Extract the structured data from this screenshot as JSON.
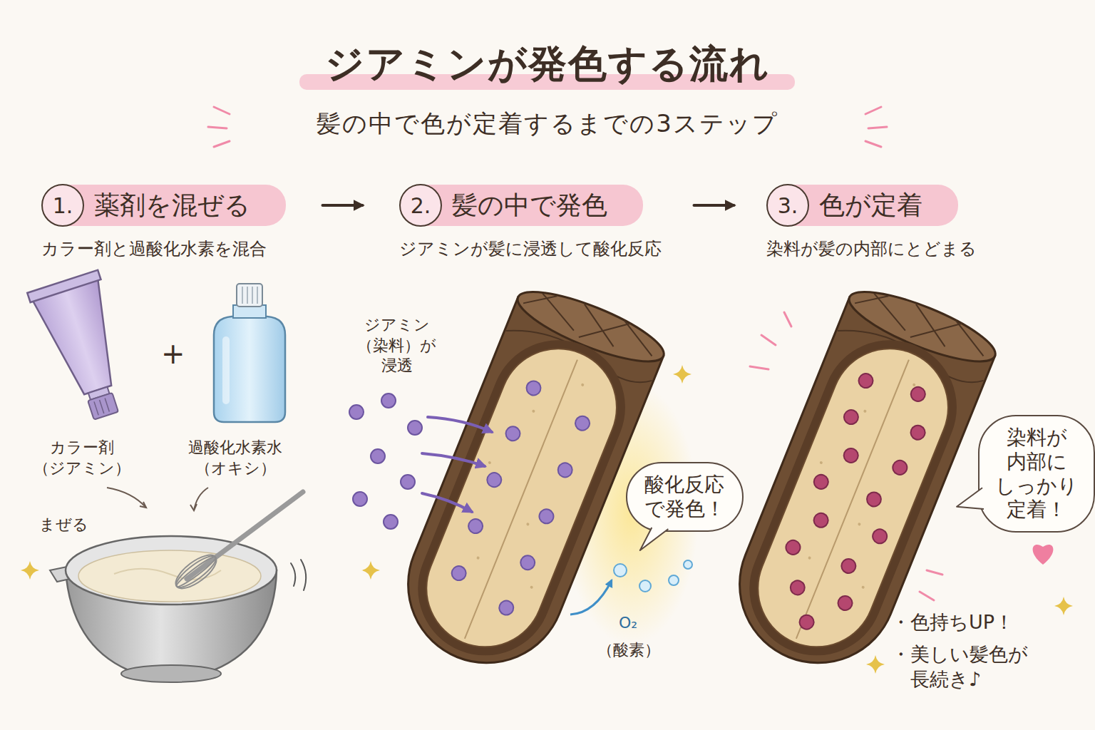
{
  "diagram": {
    "title": "ジアミンが発色する流れ",
    "caption": "髪の中で色が定着するまでの3ステップ",
    "nodes": [
      {
        "text": [
          "1.",
          "薬剤を混ぜる",
          "カラー剤と過酸化水素を混合"
        ]
      },
      {
        "text": [
          "2.",
          "髪の中で発色",
          "ジアミンが髪に浸透して酸化反応"
        ]
      },
      {
        "text": [
          "3.",
          "色が定着",
          "染料が髪の内部にとどまる"
        ]
      },
      {
        "text": [
          "酸化反応 で発色！"
        ]
      },
      {
        "text": [
          "染料が 内部に しっかり 定着！"
        ]
      }
    ],
    "edges": [
      {
        "from": 0,
        "to": 1,
        "arrow": "to"
      },
      {
        "from": 1,
        "to": 2,
        "arrow": "to"
      }
    ],
    "labels": [
      "カラー剤 （ジアミン）",
      "+",
      "過酸化水素水 （オキシ）",
      "まぜる",
      "ジアミン （染料）が 浸透",
      "O₂",
      "（酸素）",
      "・色持ちUP！",
      "・美しい髪色が 長続き♪"
    ]
  }
}
